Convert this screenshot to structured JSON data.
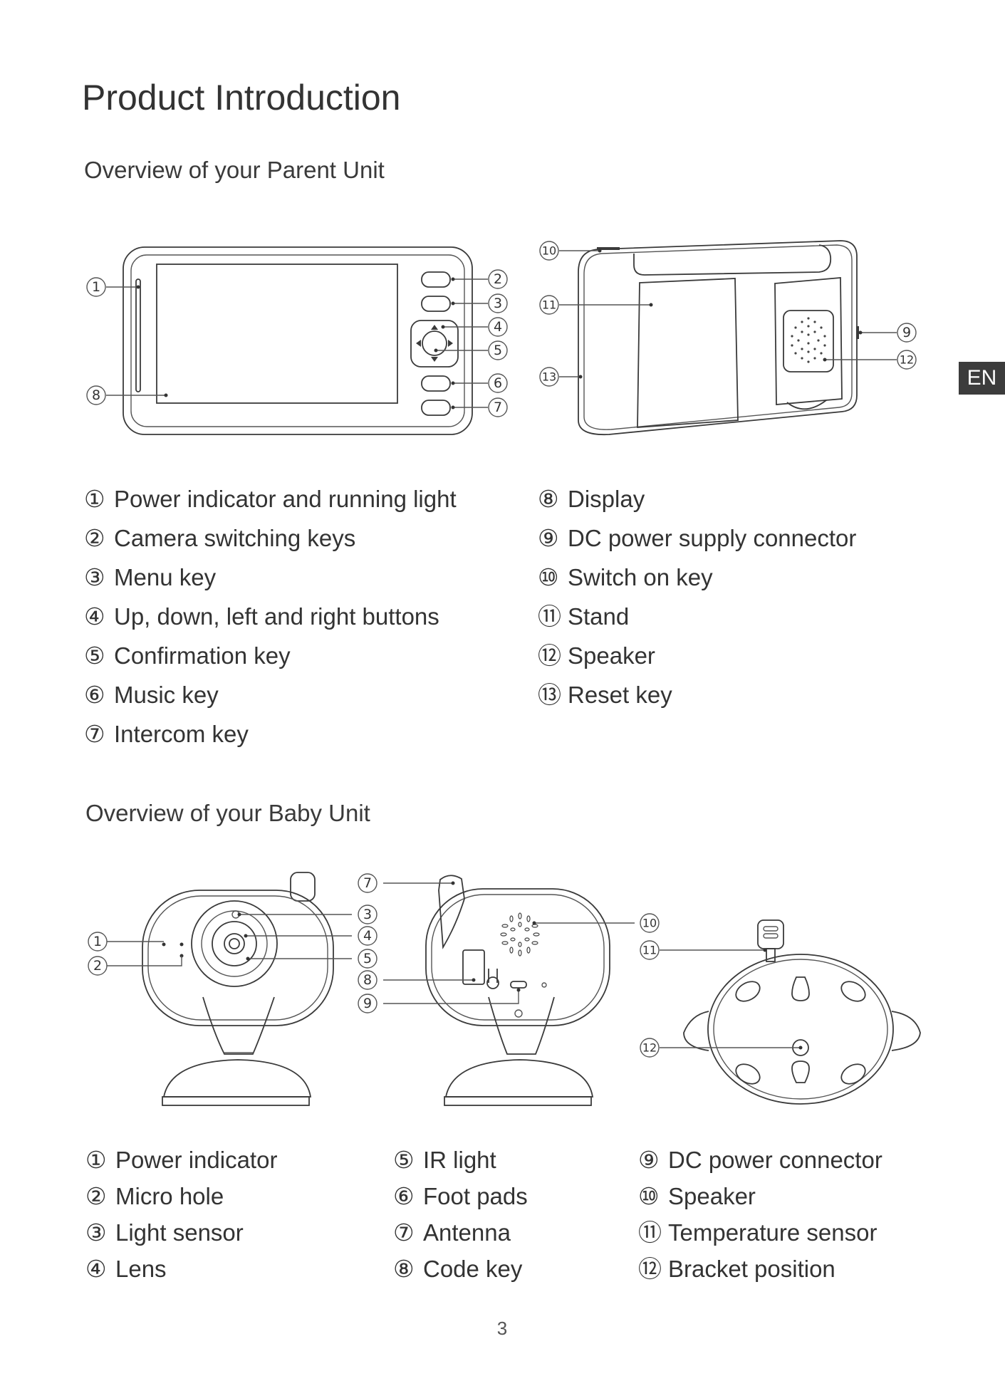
{
  "page": {
    "title": "Product Introduction",
    "lang_tab": "EN",
    "page_number": "3"
  },
  "parent_unit": {
    "title": "Overview of your Parent Unit",
    "items_left": [
      {
        "num": "①",
        "label": "Power indicator and running light"
      },
      {
        "num": "②",
        "label": "Camera switching keys"
      },
      {
        "num": "③",
        "label": "Menu key"
      },
      {
        "num": "④",
        "label": "Up, down, left and right buttons"
      },
      {
        "num": "⑤",
        "label": "Confirmation key"
      },
      {
        "num": "⑥",
        "label": "Music key"
      },
      {
        "num": "⑦",
        "label": "Intercom key"
      }
    ],
    "items_right": [
      {
        "num": "⑧",
        "label": "Display"
      },
      {
        "num": "⑨",
        "label": "DC power supply connector"
      },
      {
        "num": "⑩",
        "label": "Switch on key"
      },
      {
        "num": "⑪",
        "label": "Stand"
      },
      {
        "num": "⑫",
        "label": "Speaker"
      },
      {
        "num": "⑬",
        "label": "Reset key"
      }
    ],
    "callouts": [
      "1",
      "2",
      "3",
      "4",
      "5",
      "6",
      "7",
      "8",
      "9",
      "10",
      "11",
      "12",
      "13"
    ]
  },
  "baby_unit": {
    "title": "Overview of your Baby Unit",
    "items_col1": [
      {
        "num": "①",
        "label": "Power indicator"
      },
      {
        "num": "②",
        "label": "Micro hole"
      },
      {
        "num": "③",
        "label": "Light sensor"
      },
      {
        "num": "④",
        "label": "Lens"
      }
    ],
    "items_col2": [
      {
        "num": "⑤",
        "label": "IR light"
      },
      {
        "num": "⑥",
        "label": "Foot pads"
      },
      {
        "num": "⑦",
        "label": "Antenna"
      },
      {
        "num": "⑧",
        "label": "Code key"
      }
    ],
    "items_col3": [
      {
        "num": "⑨",
        "label": "DC power connector"
      },
      {
        "num": "⑩",
        "label": "Speaker"
      },
      {
        "num": "⑪",
        "label": "Temperature sensor"
      },
      {
        "num": "⑫",
        "label": "Bracket position"
      }
    ],
    "callouts": [
      "1",
      "2",
      "3",
      "4",
      "5",
      "7",
      "8",
      "9",
      "10",
      "11",
      "12"
    ]
  }
}
